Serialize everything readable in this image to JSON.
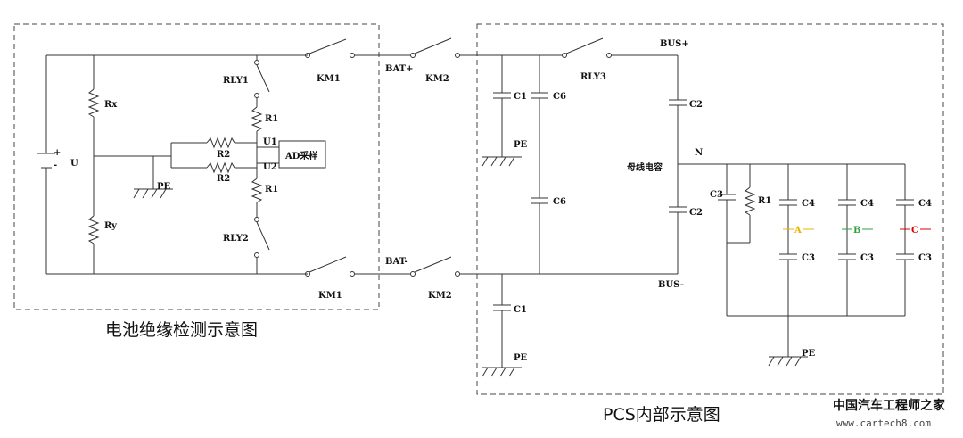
{
  "left_panel": {
    "caption": "电池绝缘检测示意图",
    "labels": {
      "u": "U",
      "rx": "Rx",
      "ry": "Ry",
      "pe": "PE",
      "r2_top": "R2",
      "r2_bottom": "R2",
      "r1_top": "R1",
      "r1_bottom": "R1",
      "u1": "U1",
      "u2": "U2",
      "ad": "AD采样",
      "rly1": "RLY1",
      "rly2": "RLY2",
      "km1_top": "KM1",
      "km1_bottom": "KM1",
      "plus": "+",
      "minus": "-"
    }
  },
  "middle": {
    "bat_plus": "BAT+",
    "bat_minus": "BAT-",
    "km2_top": "KM2",
    "km2_bottom": "KM2"
  },
  "right_panel": {
    "caption": "PCS内部示意图",
    "labels": {
      "bus_plus": "BUS+",
      "bus_minus": "BUS-",
      "n": "N",
      "rly3": "RLY3",
      "c1_top": "C1",
      "c6_top": "C6",
      "c6_bottom": "C6",
      "pe_top": "PE",
      "c1_bottom": "C1",
      "pe_bottom": "PE",
      "c2_top": "C2",
      "c2_bottom": "C2",
      "bus_cap": "母线电容",
      "c3_left": "C3",
      "r1": "R1",
      "pe_right": "PE",
      "c4_a": "C4",
      "c4_b": "C4",
      "c4_c": "C4",
      "c3_a": "C3",
      "c3_b": "C3",
      "c3_c": "C3",
      "phase_a": "A",
      "phase_b": "B",
      "phase_c": "C"
    }
  },
  "colors": {
    "phase_a": "#e8b400",
    "phase_b": "#2ea043",
    "phase_c": "#e00000",
    "wire": "#333333"
  },
  "watermark": {
    "title": "中国汽车工程师之家",
    "url": "www.cartech8.com"
  }
}
